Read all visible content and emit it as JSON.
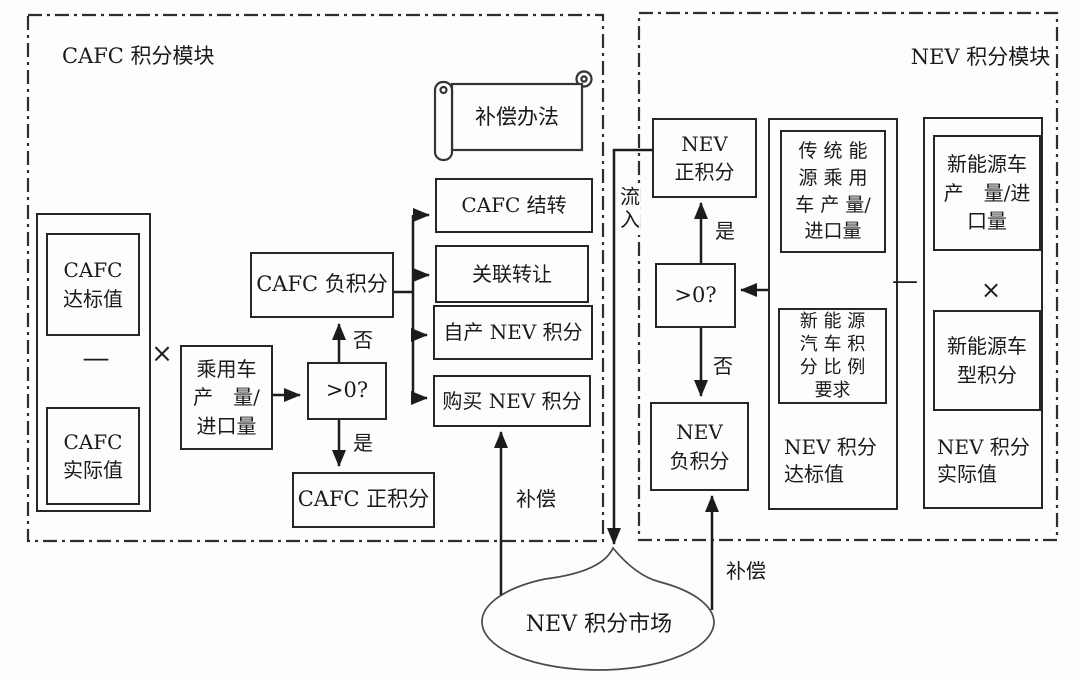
{
  "cafc": {
    "title": "CAFC 积分模块",
    "target_box": "CAFC\n达标值",
    "minus": "—",
    "actual_box": "CAFC\n实际值",
    "multiply": "×",
    "volume_box": "乘用车\n产　量/\n进口量",
    "decision": ">0?",
    "no": "否",
    "yes": "是",
    "negative_box": "CAFC 负积分",
    "positive_box": "CAFC 正积分",
    "options": [
      "CAFC 结转",
      "关联转让",
      "自产 NEV 积分",
      "购买 NEV 积分"
    ],
    "scroll_label": "补偿办法",
    "compensation": "补偿"
  },
  "nev": {
    "title": "NEV 积分模块",
    "positive_box": "NEV\n正积分",
    "yes": "是",
    "decision": ">0?",
    "no": "否",
    "negative_box": "NEV\n负积分",
    "traditional_volume_box": "传 统 能\n源 乘 用\n车 产 量/\n进口量",
    "ratio_requirement_box": "新 能 源\n汽 车 积\n分 比 例\n要求",
    "target_value": "NEV 积分\n达标值",
    "minus": "—",
    "nev_volume_box": "新能源车\n产　量/进\n口量",
    "multiply": "×",
    "model_points_box": "新能源车\n型积分",
    "actual_value": "NEV 积分\n实际值",
    "compensation": "补偿"
  },
  "market": {
    "label": "NEV 积分市场",
    "flow_in": "流入"
  }
}
